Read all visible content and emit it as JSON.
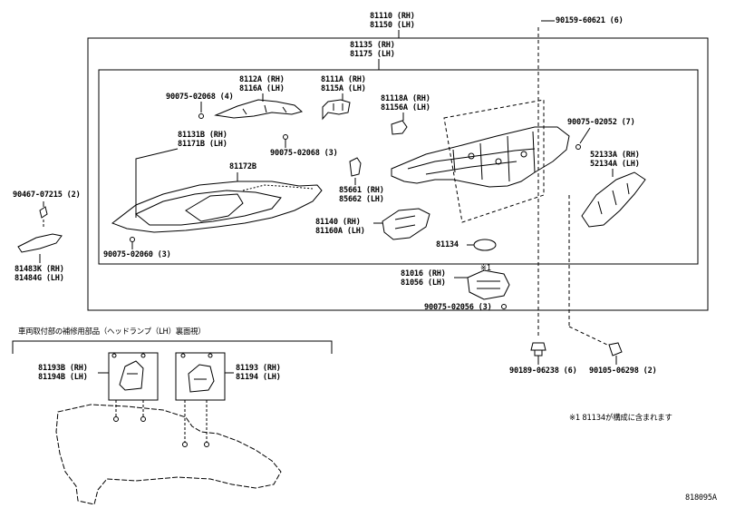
{
  "labels": {
    "p81110": "81110 (RH)",
    "p81150": "81150 (LH)",
    "p90159": "90159-60621 (6)",
    "p81135": "81135 (RH)",
    "p81175": "81175 (LH)",
    "p8112A": "8112A (RH)",
    "p8116A": "8116A (LH)",
    "p8111A": "8111A (RH)",
    "p8115A": "8115A (LH)",
    "p90075_02068_4": "90075-02068 (4)",
    "p81118A": "81118A (RH)",
    "p81156A": "81156A (LH)",
    "p90075_02052": "90075-02052 (7)",
    "p90075_02068_3": "90075-02068 (3)",
    "p81131B": "81131B (RH)",
    "p81171B": "81171B (LH)",
    "p81172B": "81172B",
    "p52133A": "52133A (RH)",
    "p52134A": "52134A (LH)",
    "p85661": "85661 (RH)",
    "p85662": "85662 (LH)",
    "p90467": "90467-07215 (2)",
    "p81140": "81140 (RH)",
    "p81160A": "81160A (LH)",
    "p81134": "81134",
    "p90075_02060": "90075-02060 (3)",
    "p81483K": "81483K (RH)",
    "p81484G": "81484G (LH)",
    "p81016": "81016 (RH)",
    "p81056": "81056 (LH)",
    "note_mark": "※1",
    "p90075_02056": "90075-02056 (3)",
    "section_title": "車両取付部の補修用部品（ヘッドランプ（LH）裏面視）",
    "p81193B": "81193B (RH)",
    "p81194B": "81194B (LH)",
    "p81193": "81193 (RH)",
    "p81194": "81194 (LH)",
    "p90189": "90189-06238 (6)",
    "p90105": "90105-06298 (2)",
    "footnote": "※1 81134が構成に含まれます",
    "drawing_no": "818095A"
  }
}
